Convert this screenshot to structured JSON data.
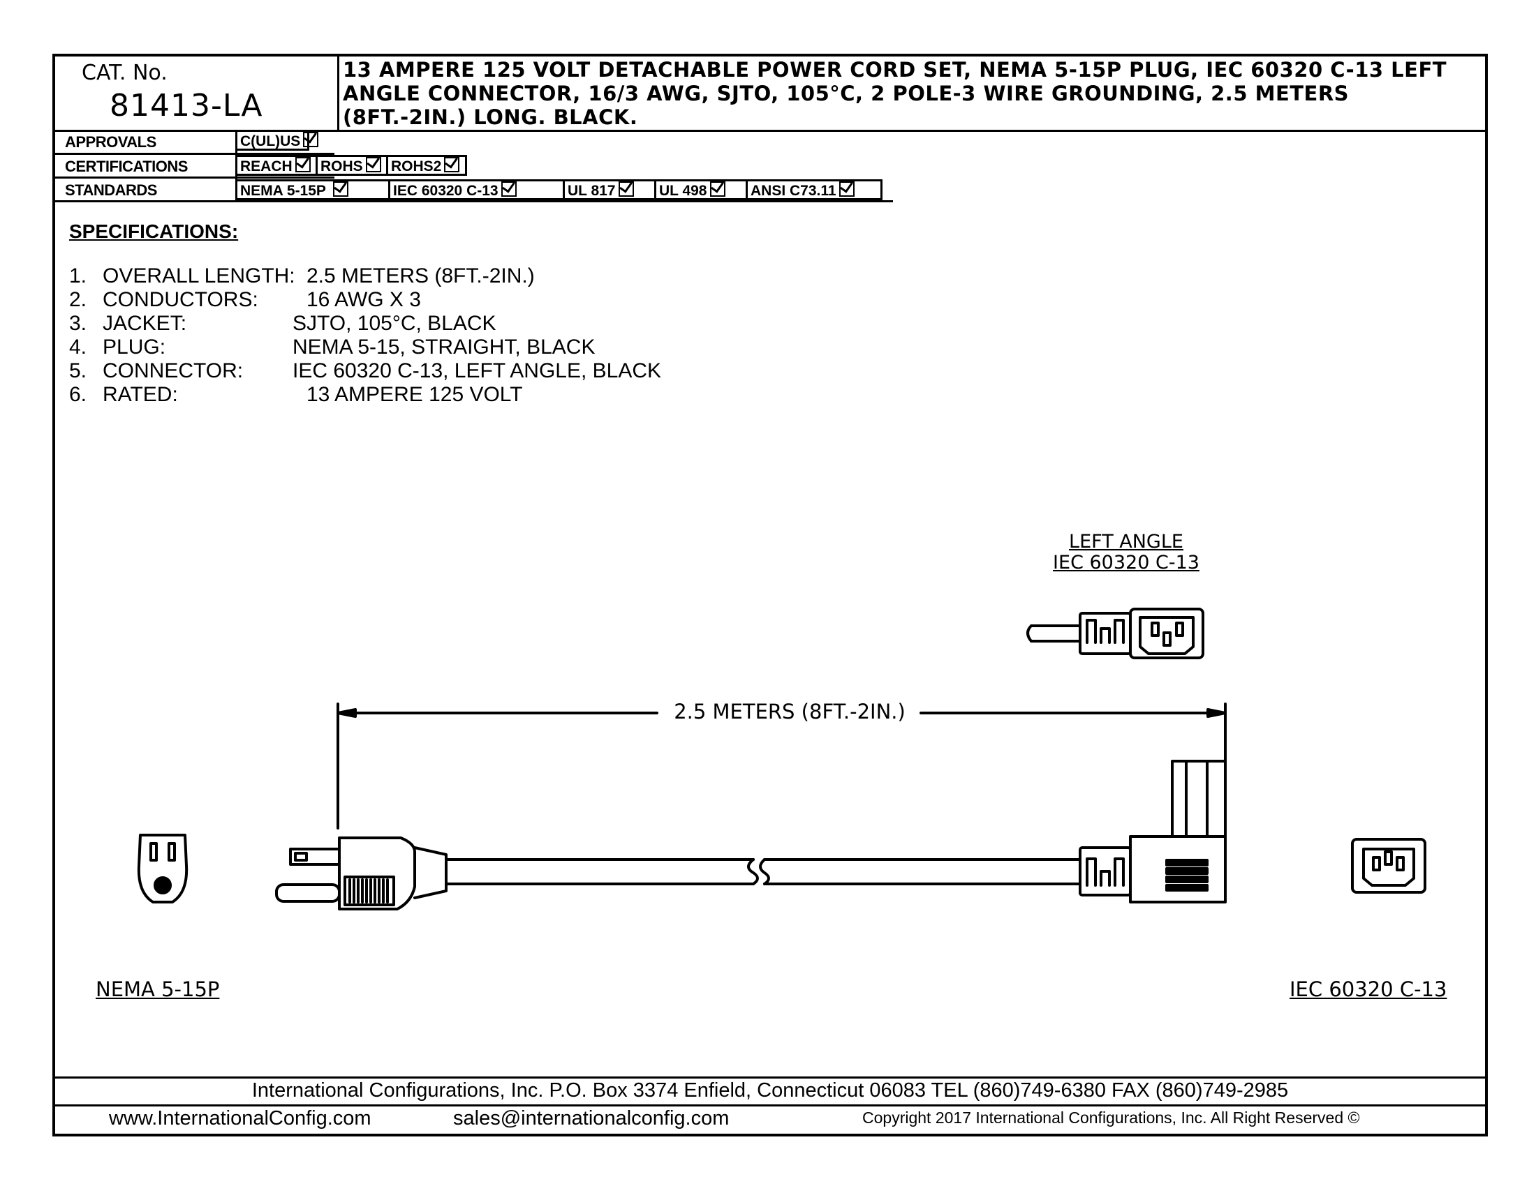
{
  "header": {
    "cat_label": "CAT. No.",
    "cat_number": "81413-LA",
    "description": "13 AMPERE 125 VOLT DETACHABLE POWER CORD SET, NEMA 5-15P PLUG, IEC 60320 C-13 LEFT ANGLE CONNECTOR, 16/3 AWG, SJTO, 105°C, 2 POLE-3 WIRE GROUNDING, 2.5 METERS (8FT.-2IN.) LONG. BLACK."
  },
  "approvals": {
    "label": "APPROVALS",
    "items": [
      "C(UL)US"
    ]
  },
  "certifications": {
    "label": "CERTIFICATIONS",
    "items": [
      "REACH",
      "ROHS",
      "ROHS2"
    ]
  },
  "standards": {
    "label": "STANDARDS",
    "items": [
      "NEMA 5-15P",
      "IEC 60320 C-13",
      "UL 817",
      "UL 498",
      "ANSI C73.11"
    ]
  },
  "specifications": {
    "title": "SPECIFICATIONS:",
    "items": [
      {
        "num": "1.",
        "key": "OVERALL LENGTH:",
        "value": "2.5 METERS (8FT.-2IN.)"
      },
      {
        "num": "2.",
        "key": "CONDUCTORS:",
        "value": "16 AWG X 3"
      },
      {
        "num": "3.",
        "key": "JACKET:",
        "value": "SJTO, 105°C, BLACK"
      },
      {
        "num": "4.",
        "key": "PLUG:",
        "value": "NEMA 5-15, STRAIGHT, BLACK"
      },
      {
        "num": "5.",
        "key": "CONNECTOR:",
        "value": "IEC 60320 C-13, LEFT ANGLE, BLACK"
      },
      {
        "num": "6.",
        "key": "RATED:",
        "value": "13 AMPERE 125 VOLT"
      }
    ]
  },
  "drawing": {
    "left_angle_line1": "LEFT ANGLE",
    "left_angle_line2": "IEC 60320 C-13",
    "dimension": "2.5 METERS (8FT.-2IN.)",
    "plug_label": "NEMA 5-15P",
    "connector_label": "IEC 60320 C-13"
  },
  "footer": {
    "company_line": "International Configurations, Inc.   P.O. Box 3374   Enfield, Connecticut 06083   TEL (860)749-6380   FAX (860)749-2985",
    "website": "www.InternationalConfig.com",
    "email": "sales@internationalconfig.com",
    "copyright": "Copyright 2017 International Configurations, Inc. All Right Reserved ©"
  }
}
